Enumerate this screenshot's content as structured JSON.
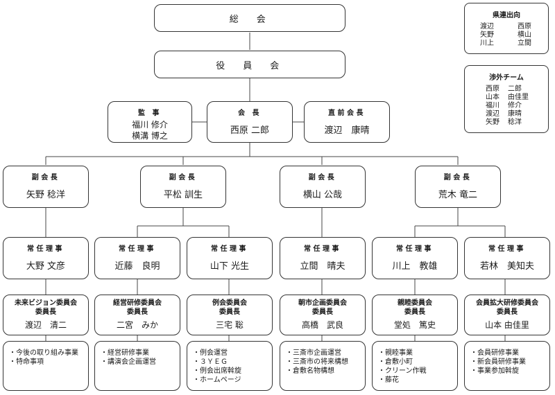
{
  "top": {
    "general_assembly": "総　会",
    "board": "役　員　会",
    "auditor": {
      "role": "監 事",
      "names": [
        "福川 修介",
        "横溝 博之"
      ]
    },
    "president": {
      "role": "会 長",
      "name": "西原 二郎"
    },
    "past_president": {
      "role": "直前会長",
      "name": "渡辺　康晴"
    }
  },
  "vice_presidents": [
    {
      "role": "副会長",
      "name": "矢野 稔洋"
    },
    {
      "role": "副会長",
      "name": "平松 訓生"
    },
    {
      "role": "副会長",
      "name": "横山 公哉"
    },
    {
      "role": "副会長",
      "name": "荒木 竜二"
    }
  ],
  "directors": [
    {
      "role": "常任理事",
      "name": "大野 文彦"
    },
    {
      "role": "常任理事",
      "name": "近藤　良明"
    },
    {
      "role": "常任理事",
      "name": "山下 光生"
    },
    {
      "role": "常任理事",
      "name": "立間　晴夫"
    },
    {
      "role": "常任理事",
      "name": "川上　教雄"
    },
    {
      "role": "常任理事",
      "name": "若林　美知夫"
    }
  ],
  "committees": [
    {
      "name": "未来ビジョン委員会",
      "role": "委員長",
      "chair": "渡辺　清二"
    },
    {
      "name": "経営研修委員会",
      "role": "委員長",
      "chair": "二宮　みか"
    },
    {
      "name": "例会委員会",
      "role": "委員長",
      "chair": "三宅 聡"
    },
    {
      "name": "朝市企画委員会",
      "role": "委員長",
      "chair": "高橋　武良"
    },
    {
      "name": "親睦委員会",
      "role": "委員長",
      "chair": "堂処　篤史"
    },
    {
      "name": "会員拡大研修委員会",
      "role": "委員長",
      "chair": "山本 由佳里"
    }
  ],
  "tasks": [
    [
      "今後の取り組み事業",
      "特命事項"
    ],
    [
      "経営研修事業",
      "講演会企画運営"
    ],
    [
      "例会運営",
      "３ＹＥＧ",
      "例会出席斡旋",
      "ホームページ"
    ],
    [
      "三斎市企画運営",
      "三斎市の将来構想",
      "倉敷名物構想"
    ],
    [
      "親睦事業",
      "倉敷小町",
      "クリーン作戦",
      "藤花"
    ],
    [
      "会員研修事業",
      "新会員研修事業",
      "事業参加斡旋"
    ]
  ],
  "prefecture_secondment": {
    "title": "県連出向",
    "members": [
      [
        "渡辺",
        "西原"
      ],
      [
        "矢野",
        "横山"
      ],
      [
        "川上",
        "立間"
      ]
    ]
  },
  "external_team": {
    "title": "渉外チーム",
    "members": [
      [
        "西原",
        "二郎"
      ],
      [
        "山本",
        "由佳里"
      ],
      [
        "福川",
        "修介"
      ],
      [
        "渡辺",
        "康晴"
      ],
      [
        "矢野",
        "稔洋"
      ]
    ]
  }
}
